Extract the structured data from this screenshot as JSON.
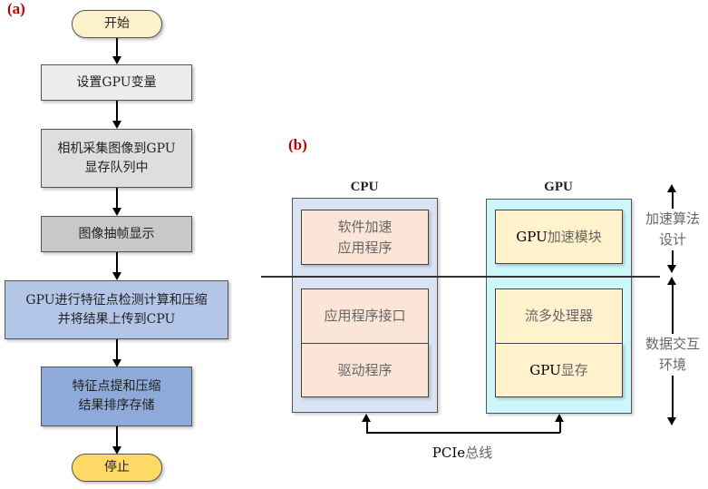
{
  "panel_a": {
    "label": "(a)",
    "steps": [
      {
        "text": "开始",
        "kind": "terminator",
        "color": "#fdf1cc"
      },
      {
        "text": "设置GPU变量",
        "kind": "process",
        "color": "#ececec"
      },
      {
        "text": "相机采集图像到GPU\n显存队列中",
        "line1": "相机采集图像到GPU",
        "line2": "显存队列中",
        "kind": "process",
        "color": "#dedede"
      },
      {
        "text": "图像抽帧显示",
        "kind": "process",
        "color": "#c8c8c8"
      },
      {
        "text": "GPU进行特征点检测计算和压缩\n并将结果上传到CPU",
        "line1": "GPU进行特征点检测计算和压缩",
        "line2": "并将结果上传到CPU",
        "kind": "process",
        "color": "#b4c6e7"
      },
      {
        "text": "特征点提和压缩\n结果排序存储",
        "line1": "特征点提和压缩",
        "line2": "结果排序存储",
        "kind": "process",
        "color": "#8eaadb"
      },
      {
        "text": "停止",
        "kind": "terminator",
        "color": "#ffd966"
      }
    ]
  },
  "panel_b": {
    "label": "(b)",
    "cpu": {
      "title": "CPU",
      "color": "#dae3f3",
      "top_block": {
        "line1": "软件加速",
        "line2": "应用程序",
        "color": "#fbe5d6"
      },
      "bottom_blocks": [
        {
          "text": "应用程序接口",
          "color": "#fbe5d6"
        },
        {
          "text": "驱动程序",
          "color": "#fbe5d6"
        }
      ]
    },
    "gpu": {
      "title": "GPU",
      "color": "#ccf7fb",
      "top_block": {
        "prefix": "GPU",
        "text": "加速模块",
        "color": "#fff2cc"
      },
      "bottom_blocks": [
        {
          "text": "流多处理器",
          "color": "#fff2cc"
        },
        {
          "prefix": "GPU",
          "text": "显存",
          "color": "#fff2cc"
        }
      ]
    },
    "side_labels": {
      "upper": {
        "line1": "加速算法",
        "line2": "设计"
      },
      "lower": {
        "line1": "数据交互",
        "line2": "环境"
      }
    },
    "bus": {
      "prefix": "PCIe",
      "text": "总线"
    }
  }
}
